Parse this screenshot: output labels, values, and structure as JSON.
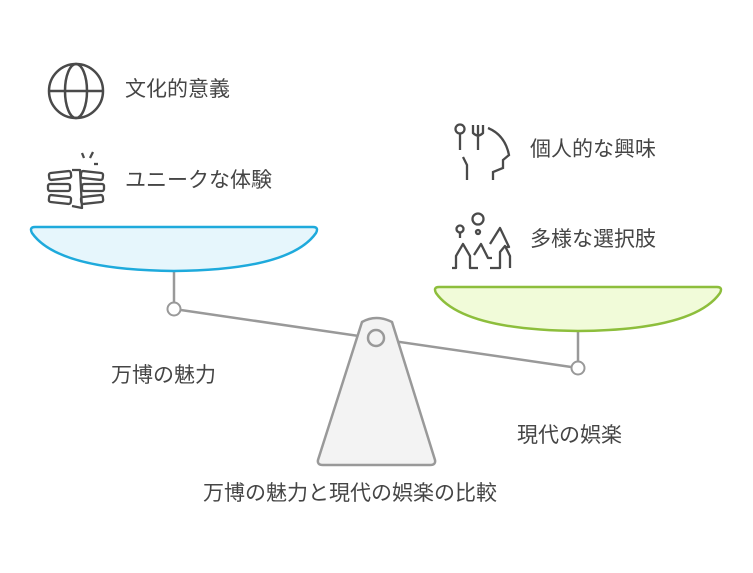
{
  "title": "万博の魅力と現代の娯楽の比較",
  "left": {
    "label": "万博の魅力",
    "color": "#1eaadc",
    "fill": "#e6f6fc",
    "items": [
      {
        "icon": "globe-icon",
        "label": "文化的意義"
      },
      {
        "icon": "unique-experience-icon",
        "label": "ユニークな体験"
      }
    ]
  },
  "right": {
    "label": "現代の娯楽",
    "color": "#8dbe3c",
    "fill": "#f1fbd9",
    "items": [
      {
        "icon": "personal-interest-icon",
        "label": "個人的な興味"
      },
      {
        "icon": "diverse-options-icon",
        "label": "多様な選択肢"
      }
    ]
  }
}
